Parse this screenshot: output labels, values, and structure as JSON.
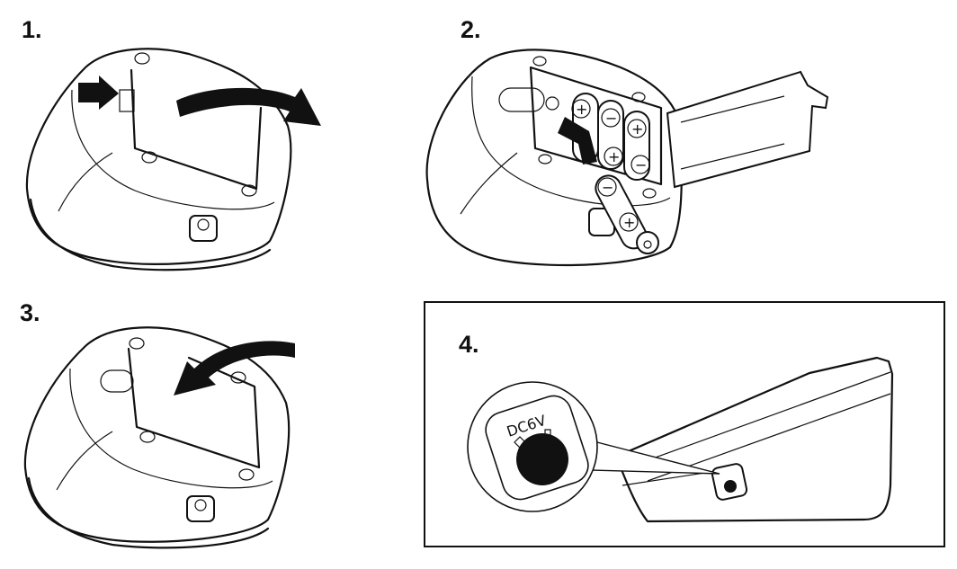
{
  "steps": [
    {
      "number": "1.",
      "action": "open-battery-cover"
    },
    {
      "number": "2.",
      "action": "insert-batteries"
    },
    {
      "number": "3.",
      "action": "close-battery-cover"
    },
    {
      "number": "4.",
      "action": "dc-power-jack"
    }
  ],
  "battery_symbols": {
    "plus": "+",
    "minus": "−"
  },
  "power_jack": {
    "label": "DC6V"
  },
  "colors": {
    "ink": "#111111",
    "background": "#ffffff"
  }
}
